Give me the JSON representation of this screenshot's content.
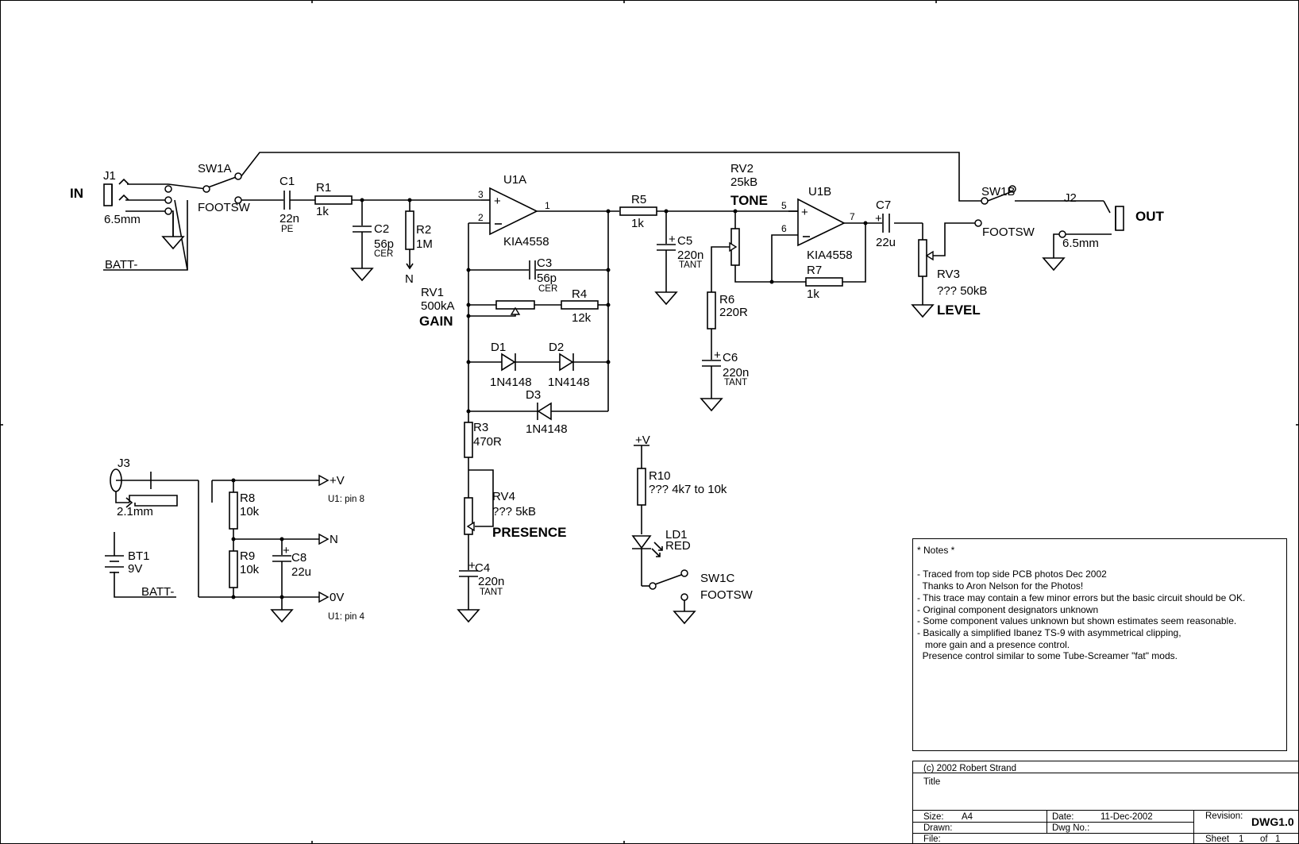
{
  "io": {
    "in_label": "IN",
    "out_label": "OUT",
    "batt_neg": "BATT-",
    "level": "LEVEL",
    "gain": "GAIN",
    "tone": "TONE",
    "presence": "PRESENCE"
  },
  "components": {
    "j1": {
      "ref": "J1",
      "value": "6.5mm"
    },
    "j2": {
      "ref": "J2",
      "value": "6.5mm"
    },
    "j3": {
      "ref": "J3",
      "value": "2.1mm"
    },
    "sw1a": {
      "ref": "SW1A",
      "value": "FOOTSW"
    },
    "sw1b": {
      "ref": "SW1B",
      "value": "FOOTSW"
    },
    "sw1c": {
      "ref": "SW1C",
      "value": "FOOTSW"
    },
    "c1": {
      "ref": "C1",
      "value": "22n",
      "type": "PE"
    },
    "r1": {
      "ref": "R1",
      "value": "1k"
    },
    "c2": {
      "ref": "C2",
      "value": "56p",
      "type": "CER"
    },
    "r2": {
      "ref": "R2",
      "value": "1M"
    },
    "u1a": {
      "ref": "U1A",
      "value": "KIA4558",
      "pin_plus": "3",
      "pin_minus": "2",
      "pin_out": "1"
    },
    "u1b": {
      "ref": "U1B",
      "value": "KIA4558",
      "pin_plus": "5",
      "pin_minus": "6",
      "pin_out": "7"
    },
    "c3": {
      "ref": "C3",
      "value": "56p",
      "type": "CER"
    },
    "rv1": {
      "ref": "RV1",
      "value": "500kA"
    },
    "r4": {
      "ref": "R4",
      "value": "12k"
    },
    "d1": {
      "ref": "D1",
      "value": "1N4148"
    },
    "d2": {
      "ref": "D2",
      "value": "1N4148"
    },
    "d3": {
      "ref": "D3",
      "value": "1N4148"
    },
    "r3": {
      "ref": "R3",
      "value": "470R"
    },
    "rv4": {
      "ref": "RV4",
      "value": "??? 5kB"
    },
    "c4": {
      "ref": "C4",
      "value": "220n",
      "type": "TANT"
    },
    "r5": {
      "ref": "R5",
      "value": "1k"
    },
    "c5": {
      "ref": "C5",
      "value": "220n",
      "type": "TANT"
    },
    "rv2": {
      "ref": "RV2",
      "value": "25kB"
    },
    "r6": {
      "ref": "R6",
      "value": "220R"
    },
    "c6": {
      "ref": "C6",
      "value": "220n",
      "type": "TANT"
    },
    "r7": {
      "ref": "R7",
      "value": "1k"
    },
    "c7": {
      "ref": "C7",
      "value": "22u"
    },
    "rv3": {
      "ref": "RV3",
      "value": "??? 50kB"
    },
    "r8": {
      "ref": "R8",
      "value": "10k"
    },
    "r9": {
      "ref": "R9",
      "value": "10k"
    },
    "c8": {
      "ref": "C8",
      "value": "22u"
    },
    "bt1": {
      "ref": "BT1",
      "value": "9V"
    },
    "r10": {
      "ref": "R10",
      "value": "??? 4k7 to 10k"
    },
    "ld1": {
      "ref": "LD1",
      "value": "RED"
    }
  },
  "nets": {
    "vplus": "+V",
    "n": "N",
    "zero_v": "0V",
    "u1_pin8": "U1: pin 8",
    "u1_pin4": "U1: pin 4",
    "plus": "+"
  },
  "notes": {
    "heading": "* Notes *",
    "lines": [
      "- Traced from top side PCB photos Dec 2002",
      "  Thanks to Aron Nelson for the Photos!",
      "- This trace may contain a few minor errors but the basic circuit should be OK.",
      "- Original component designators unknown",
      "- Some component values unknown but shown estimates seem reasonable.",
      "- Basically a simplified Ibanez TS-9 with asymmetrical clipping,",
      "   more gain and a presence control.",
      "  Presence control similar to some Tube-Screamer \"fat\" mods."
    ]
  },
  "title_block": {
    "copyright": "(c) 2002 Robert Strand",
    "title_label": "Title",
    "size_label": "Size:",
    "size_value": "A4",
    "date_label": "Date:",
    "date_value": "11-Dec-2002",
    "revision_label": "Revision:",
    "revision_value": "DWG1.0",
    "drawn_label": "Drawn:",
    "dwg_no_label": "Dwg No.:",
    "file_label": "File:",
    "sheet_label": "Sheet",
    "sheet_value": "1",
    "of_label": "of",
    "of_value": "1"
  }
}
